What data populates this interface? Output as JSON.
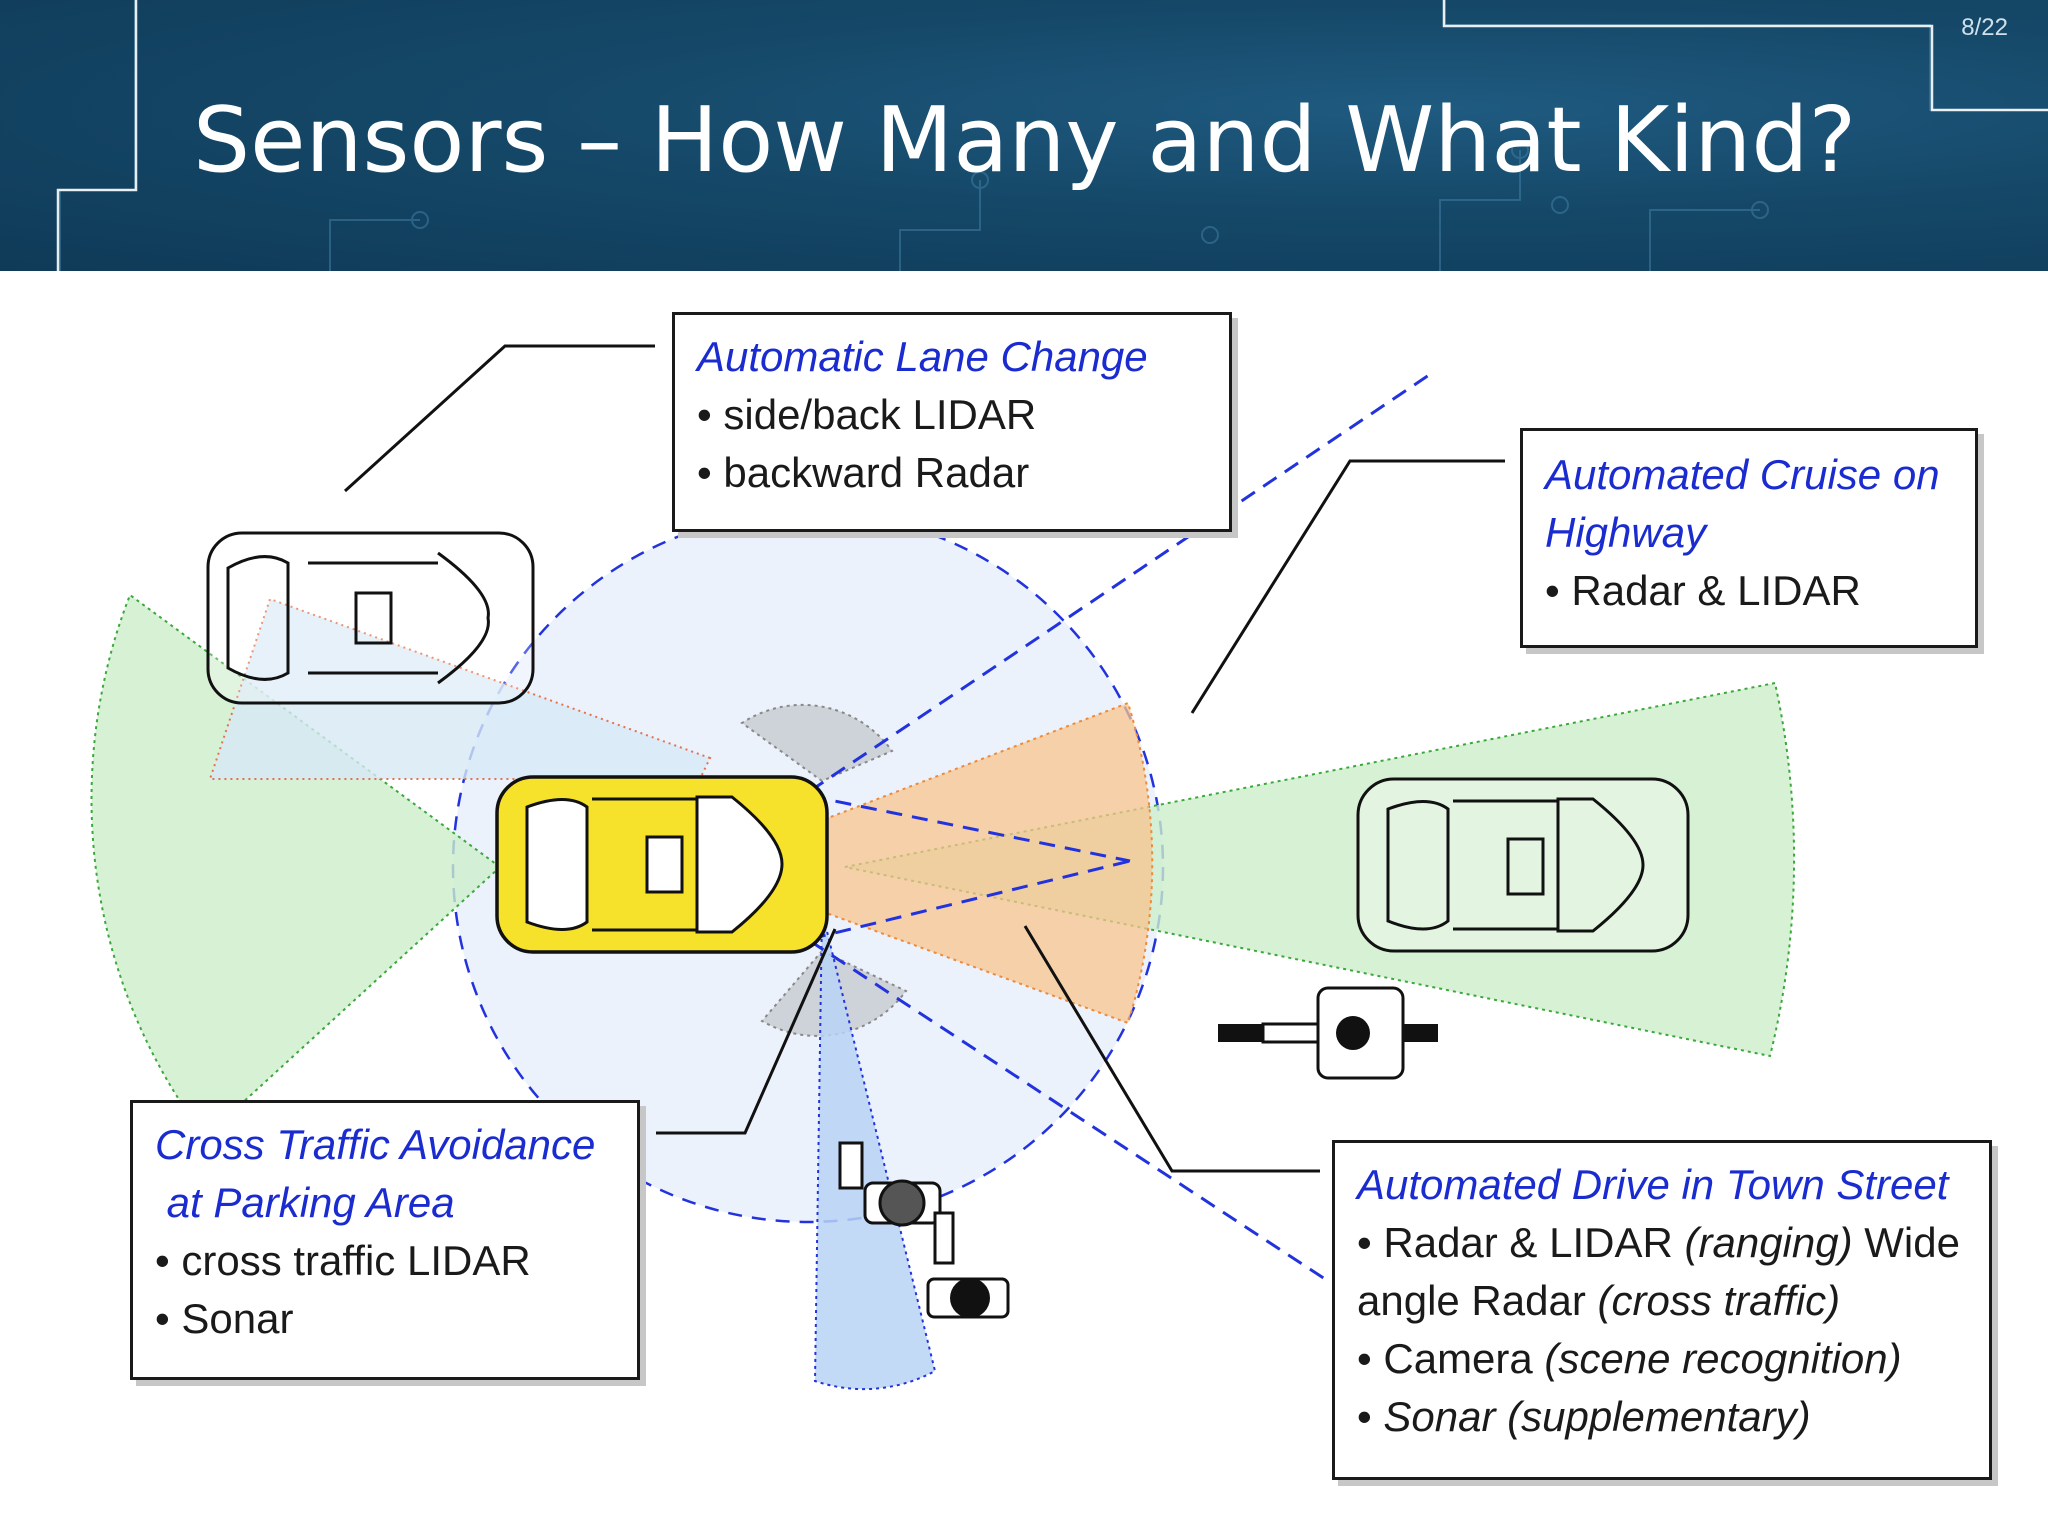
{
  "slide": {
    "title": "Sensors – How Many and What Kind?",
    "page": "8/22"
  },
  "callouts": {
    "lane_change": {
      "heading": "Automatic Lane Change",
      "items": [
        "• side/back LIDAR",
        "• backward Radar"
      ]
    },
    "cruise": {
      "heading_l1": "Automated Cruise on",
      "heading_l2": "Highway",
      "items": [
        "• Radar & LIDAR"
      ]
    },
    "cross_traffic": {
      "heading_l1": "Cross Traffic Avoidance",
      "heading_l2": " at Parking Area",
      "items": [
        "• cross traffic LIDAR",
        "• Sonar"
      ]
    },
    "town": {
      "heading": "Automated Drive in Town Street",
      "line1": {
        "a": "• Radar & LIDAR ",
        "b": "(ranging)",
        "c": " Wide"
      },
      "line2": {
        "a": "angle Radar ",
        "b": "(cross traffic)"
      },
      "line3": {
        "a": "• Camera ",
        "b": "(scene recognition)"
      },
      "line4": {
        "a": "• ",
        "b": "Sonar (supplementary)"
      }
    }
  },
  "colors": {
    "header_bg": "#154868",
    "heading_blue": "#1a2bd0",
    "ego_car": "#f6e22a",
    "lidar_green": "#c8eec4",
    "radar_orange": "#f8c48e",
    "coverage_blue": "#e6eefb",
    "sonar_gray": "#c9ccd2"
  },
  "icons": [
    "ego-car",
    "car-behind",
    "car-ahead",
    "car-side-back",
    "motorcycle",
    "pedestrian"
  ]
}
